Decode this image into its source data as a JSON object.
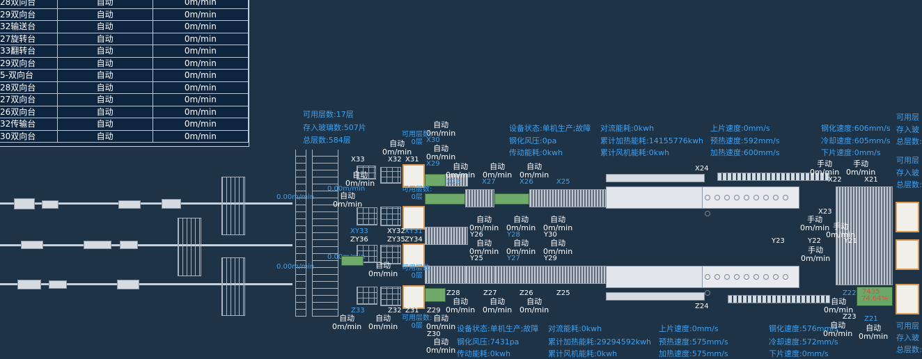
{
  "status_table": {
    "rows": [
      {
        "name": "28双向台",
        "mode": "自动",
        "speed": "0m/min"
      },
      {
        "name": "29双向台",
        "mode": "自动",
        "speed": "0m/min"
      },
      {
        "name": "32输送台",
        "mode": "自动",
        "speed": "0m/min"
      },
      {
        "name": "27旋转台",
        "mode": "自动",
        "speed": "0m/min"
      },
      {
        "name": "33翻转台",
        "mode": "自动",
        "speed": "0m/min"
      },
      {
        "name": "29双向台",
        "mode": "自动",
        "speed": "0m/min"
      },
      {
        "name": "5-双向台",
        "mode": "自动",
        "speed": "0m/min"
      },
      {
        "name": "28双向台",
        "mode": "自动",
        "speed": "0m/min"
      },
      {
        "name": "27双向台",
        "mode": "自动",
        "speed": "0m/min"
      },
      {
        "name": "26双向台",
        "mode": "自动",
        "speed": "0m/min"
      },
      {
        "name": "32传输台",
        "mode": "自动",
        "speed": "0m/min"
      },
      {
        "name": "30双向台",
        "mode": "自动",
        "speed": "0m/min"
      }
    ]
  },
  "storage": {
    "available_layers": "可用层数:17层",
    "stored_glass": "存入玻璃数:507片",
    "total_layers": "总层数:584层"
  },
  "line_x": {
    "device_status": "设备状态:单机生产;故障",
    "temper_pressure": "钢化风压:0pa",
    "drive_energy": "传动能耗:0kwh",
    "convection_energy": "对流能耗:0kwh",
    "heating_energy": "累计加热能耗:14155776kwh",
    "fan_energy": "累计风机能耗:0kwh",
    "load_speed": "上片速度:0mm/s",
    "preheat_speed": "预热速度:592mm/s",
    "heat_speed": "加热速度:600mm/s",
    "temper_speed": "钢化速度:606mm/s",
    "cool_speed": "冷却速度:605mm/s",
    "unload_speed": "下片速度:0mm/s"
  },
  "line_z": {
    "device_status": "设备状态:单机生产;故障",
    "temper_pressure": "钢化风压:7431pa",
    "drive_energy": "传动能耗:0kwh",
    "convection_energy": "对流能耗:0kwh",
    "heating_energy": "累计加热能耗:29294592kwh",
    "fan_energy": "累计风机能耗:0kwh",
    "load_speed": "上片速度:0mm/s",
    "preheat_speed": "预热速度:575mm/s",
    "heat_speed": "加热速度:575mm/s",
    "temper_speed": "钢化速度:576mm/s",
    "cool_speed": "冷却速度:572mm/s",
    "unload_speed": "下片速度:0mm/s"
  },
  "right_cut": {
    "avail": "可用层",
    "store": "存入玻",
    "total": "总层数:"
  },
  "labels": {
    "auto": "自动",
    "manual": "手动",
    "speed_zero": "0m/min",
    "speed_zero_long": "0.00m/min",
    "layers_title": "可用层数:",
    "layers_zero": "0层",
    "x33": "X33",
    "x32": "X32",
    "x31": "X31",
    "x30": "X30",
    "x29": "X29",
    "x28": "X28",
    "x27": "X27",
    "x26": "X26",
    "x25": "X25",
    "x24": "X24",
    "x23": "X23",
    "x22": "X22",
    "x21": "X21",
    "xy33": "XY33",
    "xy32": "XY32",
    "xy31": "XY31",
    "zy36": "ZY36",
    "zy35": "ZY35",
    "zy34": "ZY34",
    "y26": "Y26",
    "y28": "Y28",
    "y30": "Y30",
    "y25": "Y25",
    "y27": "Y27",
    "y29": "Y29",
    "y23": "Y23",
    "y22": "Y22",
    "y21": "Y21",
    "z33": "Z33",
    "z32": "Z32",
    "z31": "Z31",
    "z30": "Z30",
    "z29": "Z29",
    "z28": "Z28",
    "z27": "Z27",
    "z26": "Z26",
    "z25": "Z25",
    "z24": "Z24",
    "z23": "Z23",
    "z22": "Z22",
    "z21": "Z21",
    "pct_value": "7435",
    "pct": "74.64%"
  },
  "colors": {
    "background": "#1f3347",
    "accent_blue": "#3da2f0",
    "machine_orange": "#e09a50",
    "green_glass": "#6faa6a"
  }
}
